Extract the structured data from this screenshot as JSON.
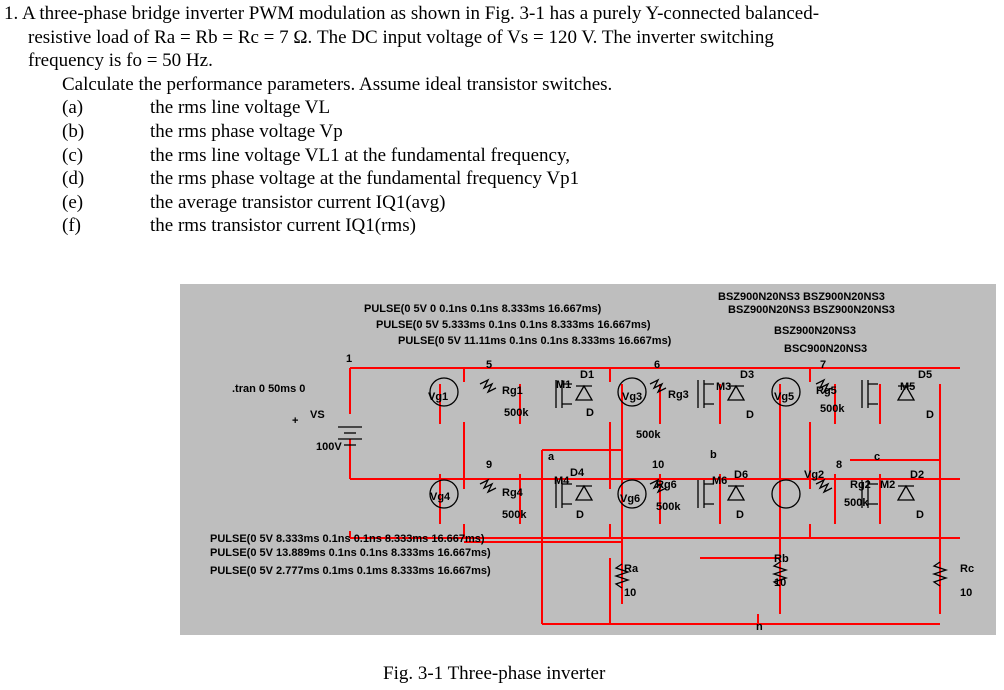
{
  "problem": {
    "number": "1.",
    "intro_line1": "A three-phase bridge inverter PWM modulation as shown in Fig. 3-1 has a purely Y-connected balanced-",
    "intro_line2": "resistive load of Ra = Rb = Rc = 7 Ω. The DC input voltage of Vs = 120 V. The inverter switching",
    "intro_line3": "frequency is fo = 50 Hz.",
    "calc_line": "Calculate the performance parameters. Assume ideal transistor switches.",
    "items": [
      {
        "label": "(a)",
        "text": "the rms line voltage VL"
      },
      {
        "label": "(b)",
        "text": "the rms phase voltage Vp"
      },
      {
        "label": "(c)",
        "text": "the rms line voltage VL1 at the fundamental frequency,"
      },
      {
        "label": "(d)",
        "text": "the rms phase voltage at the fundamental frequency Vp1"
      },
      {
        "label": "(e)",
        "text": "the average transistor current IQ1(avg)"
      },
      {
        "label": "(f)",
        "text": "the rms transistor current IQ1(rms)"
      }
    ]
  },
  "circuit": {
    "pulse_top": [
      "PULSE(0 5V 0 0.1ns 0.1ns 8.333ms 16.667ms)",
      "PULSE(0 5V 5.333ms 0.1ns 0.1ns 8.333ms 16.667ms)",
      "PULSE(0 5V 11.11ms 0.1ns 0.1ns 8.333ms 16.667ms)"
    ],
    "pulse_bottom": [
      "PULSE(0 5V 8.333ms 0.1ns 0.1ns 8.333ms 16.667ms)",
      "PULSE(0 5V 13.889ms 0.1ns 0.1ns 8.333ms 16.667ms)",
      "PULSE(0 5V 2.777ms 0.1ms 0.1ms 8.333ms 16.667ms)"
    ],
    "models": [
      "BSZ900N20NS3  BSZ900N20NS3",
      "BSZ900N20NS3    BSZ900N20NS3",
      "BSZ900N20NS3",
      "BSC900N20NS3"
    ],
    "tran": ".tran 0 50ms 0",
    "vs_label": "VS",
    "vs_value": "100V",
    "vs_plus": "+",
    "node_labels": {
      "n1": "1",
      "n5": "5",
      "n6": "6",
      "n7": "7",
      "n8": "8",
      "n9": "9",
      "n10": "10",
      "a": "a",
      "b": "b",
      "c": "c",
      "n": "n"
    },
    "sources": [
      "Vg1",
      "Vg3",
      "Vg5",
      "Vg4",
      "Vg6",
      "Vg2"
    ],
    "gate_resistors": [
      "Rg1",
      "Rg3",
      "Rg5",
      "Rg4",
      "Rg6",
      "Rg2"
    ],
    "gate_value": "500k",
    "mosfets": [
      "M1",
      "M3",
      "M5",
      "M4",
      "M6",
      "M2"
    ],
    "diodes": [
      "D1",
      "D3",
      "D5",
      "D4",
      "D6",
      "D2"
    ],
    "diode_model": "D",
    "loads": [
      {
        "name": "Ra",
        "value": "10"
      },
      {
        "name": "Rb",
        "value": "10"
      },
      {
        "name": "Rc",
        "value": "10"
      }
    ]
  },
  "caption": "Fig. 3-1 Three-phase inverter",
  "colors": {
    "wire": "#ff0000",
    "schematic_bg": "#bebebe",
    "component": "#000000"
  }
}
